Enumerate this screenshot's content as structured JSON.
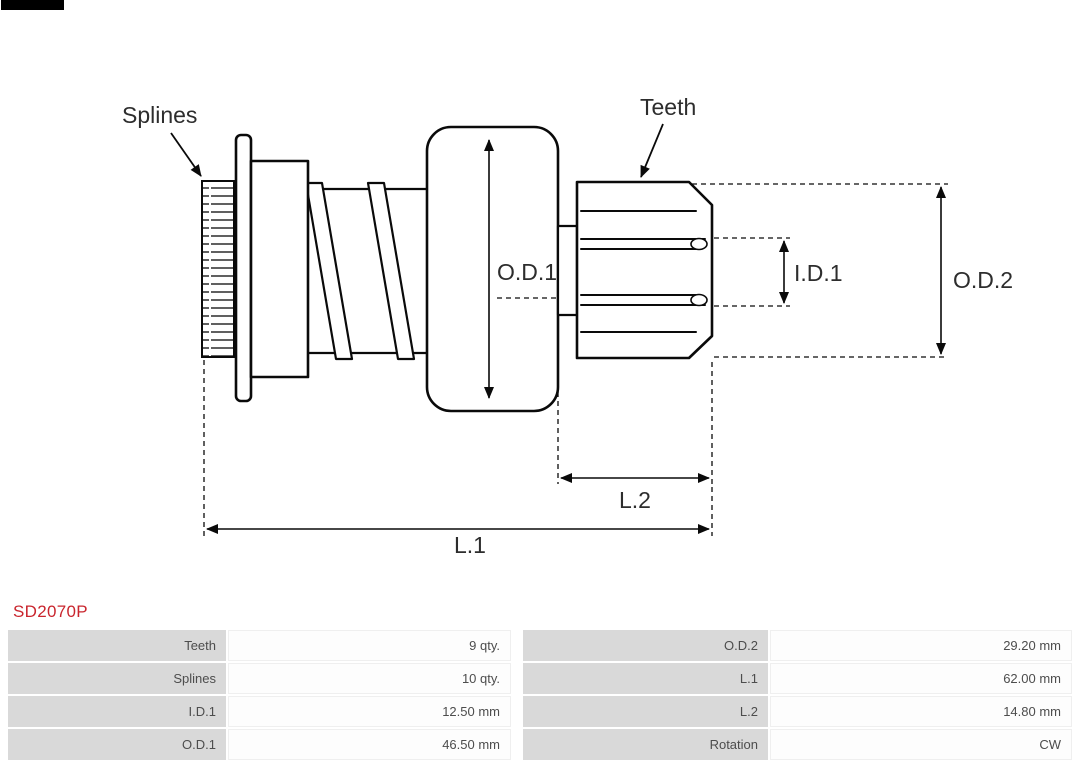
{
  "part_number": "SD2070P",
  "diagram": {
    "labels": {
      "splines": "Splines",
      "teeth": "Teeth",
      "od1": "O.D.1",
      "id1": "I.D.1",
      "od2": "O.D.2",
      "l2": "L.2",
      "l1": "L.1"
    }
  },
  "spec_table": {
    "rows": [
      {
        "label_left": "Teeth",
        "value_left": "9 qty.",
        "label_right": "O.D.2",
        "value_right": "29.20 mm"
      },
      {
        "label_left": "Splines",
        "value_left": "10 qty.",
        "label_right": "L.1",
        "value_right": "62.00 mm"
      },
      {
        "label_left": "I.D.1",
        "value_left": "12.50 mm",
        "label_right": "L.2",
        "value_right": "14.80 mm"
      },
      {
        "label_left": "O.D.1",
        "value_left": "46.50 mm",
        "label_right": "Rotation",
        "value_right": "CW"
      }
    ]
  },
  "colors": {
    "part_number_color": "#c9252d",
    "table_label_bg": "#d9d9d9",
    "table_value_bg": "#fdfdfd",
    "table_text": "#4d4d4d",
    "drawing_stroke": "#0a0a0a"
  }
}
